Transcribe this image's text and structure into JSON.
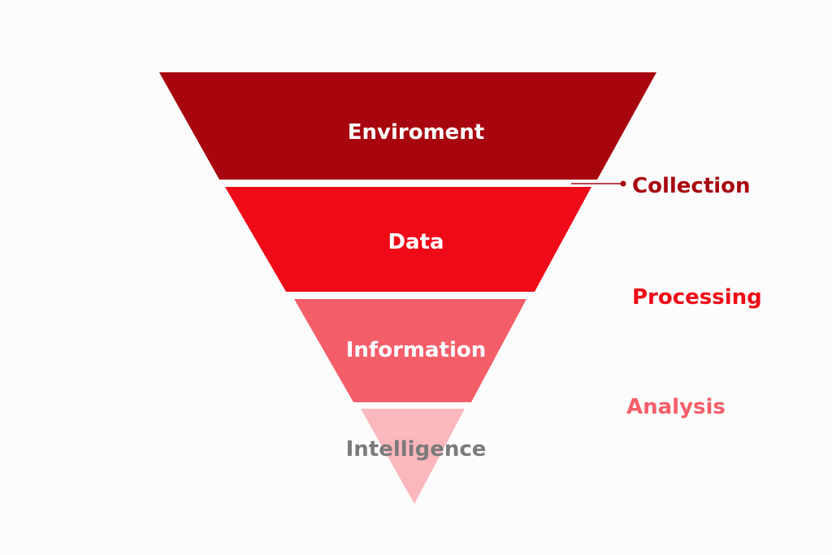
{
  "funnel": {
    "layers": [
      {
        "label": "Enviroment",
        "fill": "#a8060f",
        "text_color": "#ffffff"
      },
      {
        "label": "Data",
        "fill": "#ef0a17",
        "text_color": "#ffffff"
      },
      {
        "label": "Information",
        "fill": "#f45e69",
        "text_color": "#ffffff"
      },
      {
        "label": "Intelligence",
        "fill": "#fbb7bc",
        "text_color": "#7b7b7b"
      }
    ]
  },
  "stages": [
    {
      "label": "Collection",
      "color": "#a8060f"
    },
    {
      "label": "Processing",
      "color": "#ef0a17"
    },
    {
      "label": "Analysis",
      "color": "#f45e69"
    }
  ],
  "connector_color": "#a8060f"
}
